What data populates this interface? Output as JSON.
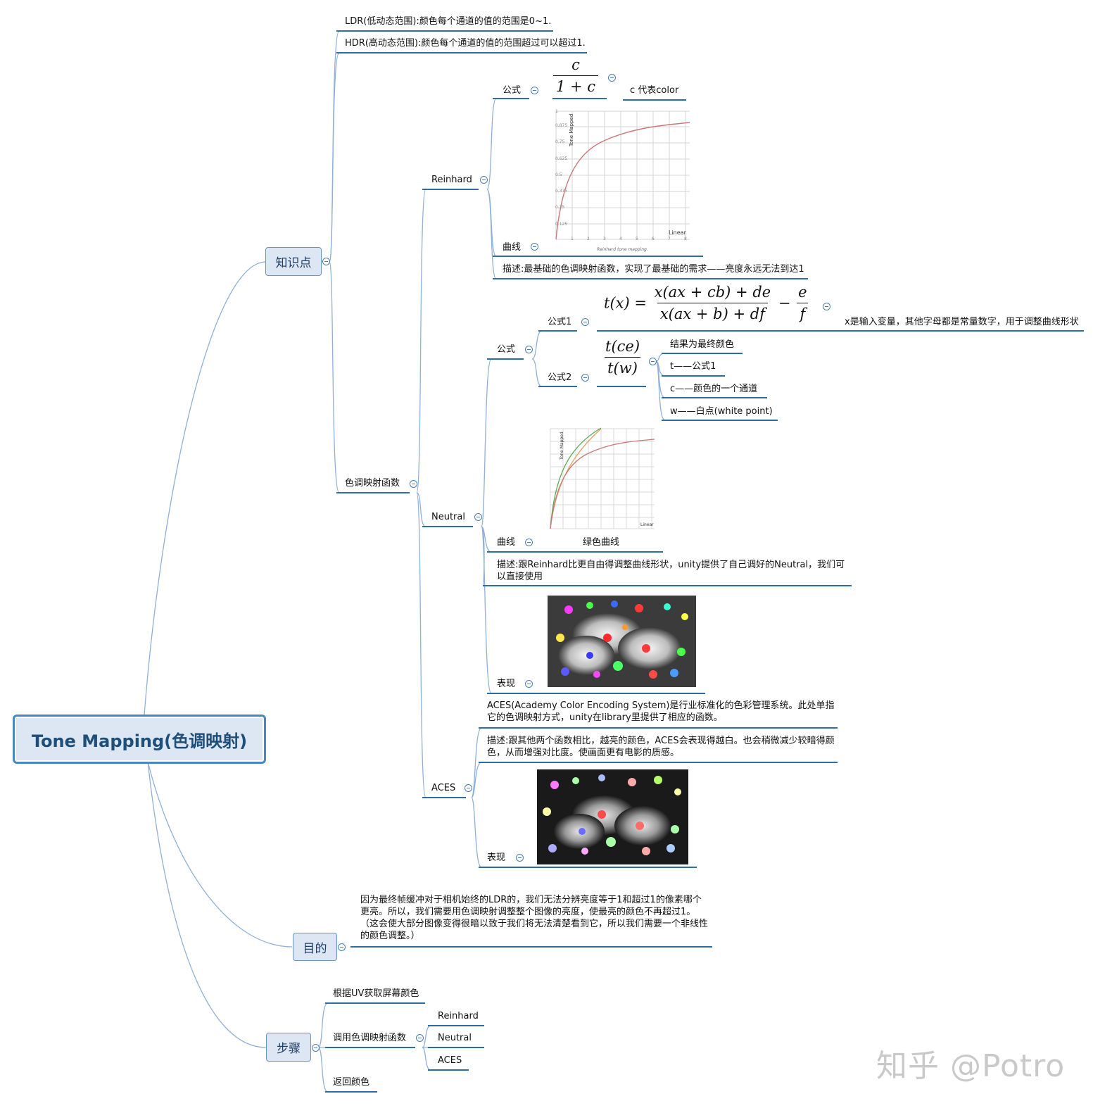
{
  "root": {
    "label": "Tone Mapping(色调映射)"
  },
  "knowledge": {
    "label": "知识点",
    "ldr": "LDR(低动态范围):颜色每个通道的值的范围是0~1.",
    "hdr": "HDR(高动态范围):颜色每个通道的值的范围超过可以超过1.",
    "tonemap_func": "色调映射函数",
    "reinhard": {
      "label": "Reinhard",
      "formula_label": "公式",
      "formula_num": "c",
      "formula_den": "1 + c",
      "formula_note": "c 代表color",
      "curve_label": "曲线",
      "desc": "描述:最基础的色调映射函数，实现了最基础的需求——亮度永远无法到达1"
    },
    "neutral": {
      "label": "Neutral",
      "formula_label": "公式",
      "f1_label": "公式1",
      "f1_note": "x是输入变量，其他字母都是常量数字，用于调整曲线形状",
      "f2_label": "公式2",
      "f2_num": "t(ce)",
      "f2_den": "t(w)",
      "f2_notes": [
        "结果为最终颜色",
        "t——公式1",
        "c——颜色的一个通道",
        "w——白点(white point)"
      ],
      "curve_label": "曲线",
      "curve_note": "绿色曲线",
      "desc": "描述:跟Reinhard比更自由得调整曲线形状，unity提供了自己调好的Neutral，我们可以直接使用",
      "perf_label": "表现"
    },
    "aces": {
      "label": "ACES",
      "intro": "ACES(Academy Color Encoding System)是行业标准化的色彩管理系统。此处单指它的色调映射方式，unity在library里提供了相应的函数。",
      "desc": "描述:跟其他两个函数相比，越亮的颜色，ACES会表现得越白。也会稍微减少较暗得颜色，从而增强对比度。使画面更有电影的质感。",
      "perf_label": "表现"
    }
  },
  "purpose": {
    "label": "目的",
    "text": "因为最终帧缓冲对于相机始终的LDR的，我们无法分辨亮度等于1和超过1的像素哪个更亮。所以，我们需要用色调映射调整整个图像的亮度，使最亮的颜色不再超过1。（这会使大部分图像变得很暗以致于我们将无法清楚看到它，所以我们需要一个非线性的颜色调整。）"
  },
  "steps": {
    "label": "步骤",
    "s1": "根据UV获取屏幕颜色",
    "s2": "调用色调映射函数",
    "s2_children": [
      "Reinhard",
      "Neutral",
      "ACES"
    ],
    "s3": "返回颜色"
  },
  "chart_reinhard": {
    "ylabel": "Tone Mapped",
    "xlabel": "Linear",
    "caption": "Reinhard tone mapping.",
    "yticks": [
      "1",
      "0.875",
      "0.75",
      "0.625",
      "0.5",
      "0.375",
      "0.25",
      "0.125"
    ],
    "xticks": [
      "1",
      "2",
      "3",
      "4",
      "5",
      "6",
      "7",
      "8"
    ]
  },
  "chart_neutral": {
    "ylabel": "Tone Mapped",
    "xlabel": "Linear"
  },
  "watermark": "知乎 @Potro",
  "colors": {
    "line": "#2e6da4",
    "branch": "#7fa6d3",
    "root_fill": "#dce7f3"
  }
}
